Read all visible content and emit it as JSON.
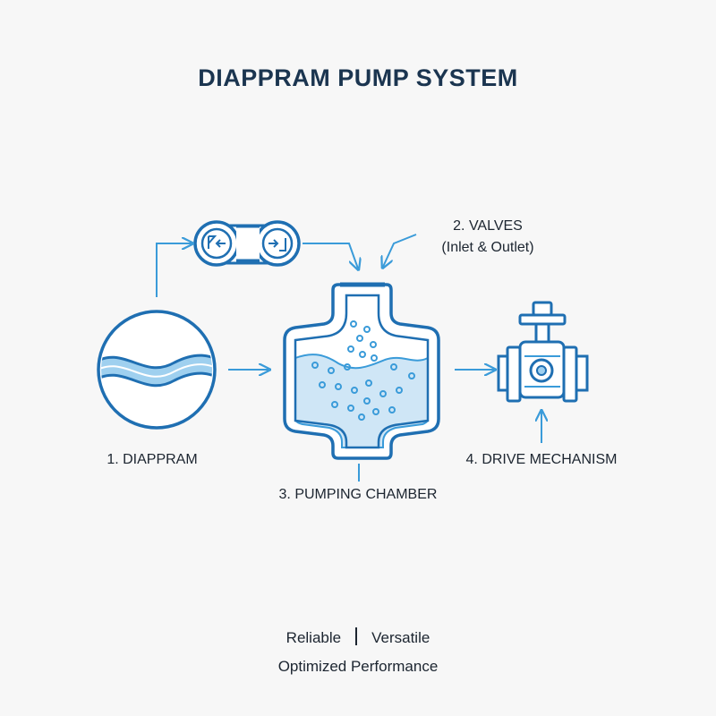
{
  "title": "DIAPPRAM PUMP SYSTEM",
  "components": {
    "diaphragm": "1. DIAPPRAM",
    "valves": "2. VALVES",
    "valves_sub": "(Inlet & Outlet)",
    "chamber": "3. PUMPING CHAMBER",
    "drive": "4. DRIVE MECHANISM"
  },
  "footer": {
    "left": "Reliable",
    "right": "Versatile",
    "bottom": "Optimized Performance"
  },
  "colors": {
    "outline": "#1f6fb2",
    "accent": "#3a9bd9",
    "fluid": "#cfe6f6",
    "title": "#1b3550"
  },
  "icons": [
    "diaphragm-icon",
    "valve-pair-icon",
    "chamber-icon",
    "drive-mechanism-icon"
  ]
}
